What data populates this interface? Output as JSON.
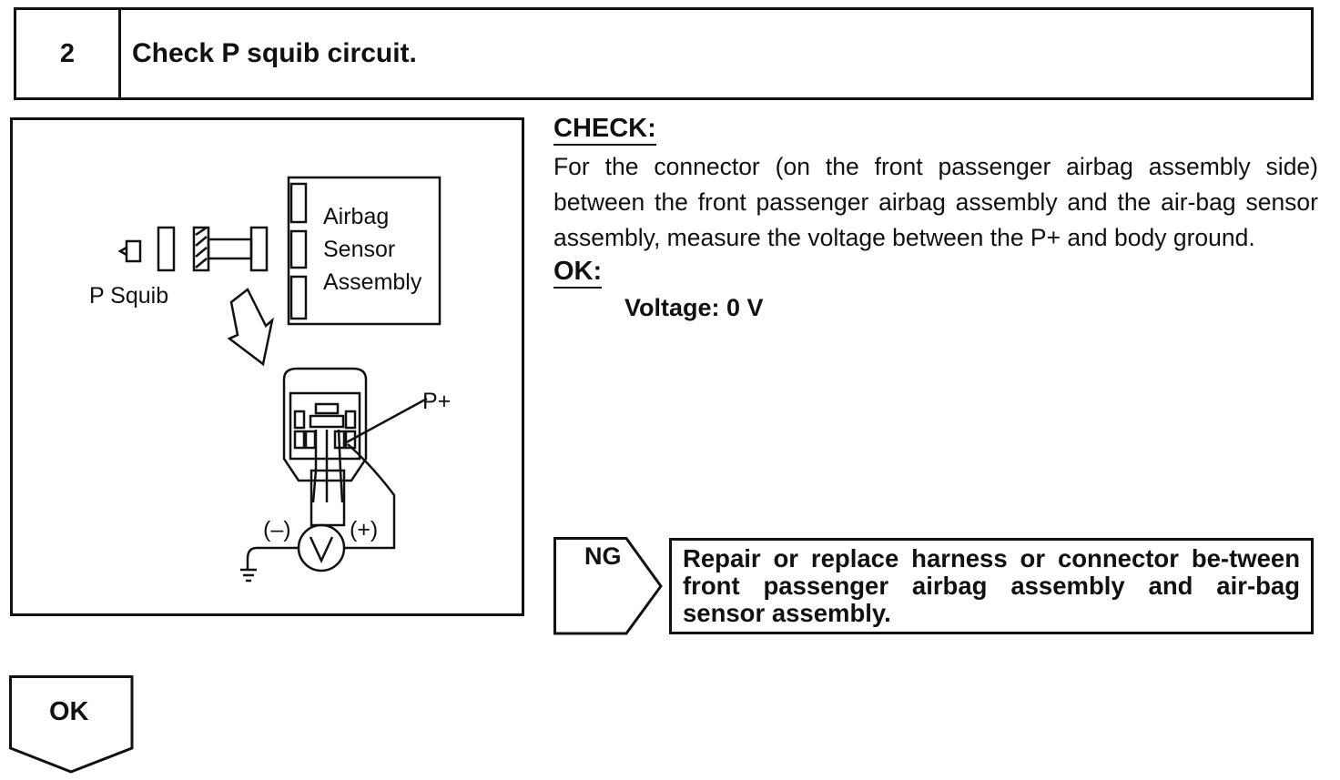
{
  "step": {
    "number": "2",
    "title": "Check P squib circuit."
  },
  "figure": {
    "ecu_label_line1": "Airbag",
    "ecu_label_line2": "Sensor",
    "ecu_label_line3": "Assembly",
    "squib_label": "P Squib",
    "terminal_label": "P+",
    "probe_negative": "(–)",
    "probe_positive": "(+)"
  },
  "check": {
    "heading": "CHECK:",
    "text": "For the connector (on the front passenger airbag assembly side) between the front passenger airbag assembly and the air-bag sensor assembly, measure the voltage between the P+ and body ground."
  },
  "ok": {
    "heading": "OK:",
    "value": "Voltage: 0 V"
  },
  "ng": {
    "label": "NG",
    "action": "Repair or replace harness or connector be-tween front passenger airbag assembly and air-bag sensor assembly."
  },
  "ok_flow": {
    "label": "OK"
  }
}
